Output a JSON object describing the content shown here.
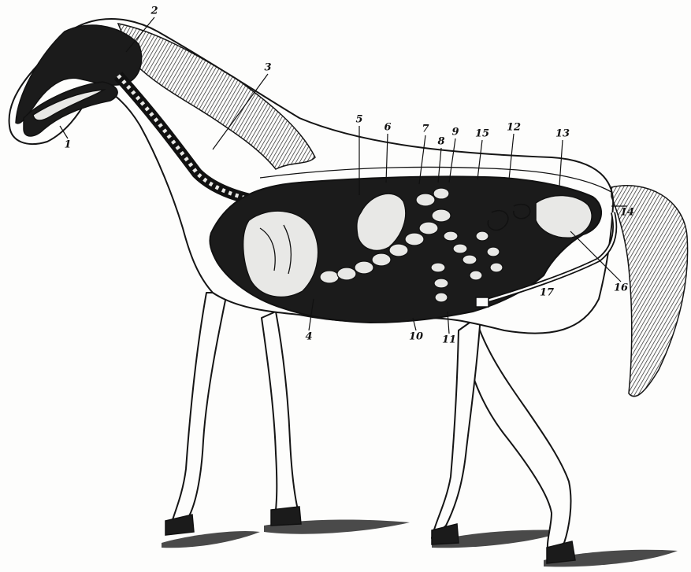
{
  "figure": {
    "labels": [
      {
        "id": "1",
        "text": "1"
      },
      {
        "id": "2",
        "text": "2"
      },
      {
        "id": "3",
        "text": "3"
      },
      {
        "id": "4",
        "text": "4"
      },
      {
        "id": "5",
        "text": "5"
      },
      {
        "id": "6",
        "text": "6"
      },
      {
        "id": "7",
        "text": "7"
      },
      {
        "id": "8",
        "text": "8"
      },
      {
        "id": "9",
        "text": "9"
      },
      {
        "id": "10",
        "text": "10"
      },
      {
        "id": "11",
        "text": "11"
      },
      {
        "id": "12",
        "text": "12"
      },
      {
        "id": "13",
        "text": "13"
      },
      {
        "id": "14",
        "text": "14"
      },
      {
        "id": "15",
        "text": "15"
      },
      {
        "id": "16",
        "text": "16"
      },
      {
        "id": "17",
        "text": "17"
      }
    ]
  },
  "colors": {
    "paper": "#fdfdfc",
    "ink": "#111111",
    "organ_dark": "#1b1b1b",
    "organ_light": "#e8e8e6"
  }
}
